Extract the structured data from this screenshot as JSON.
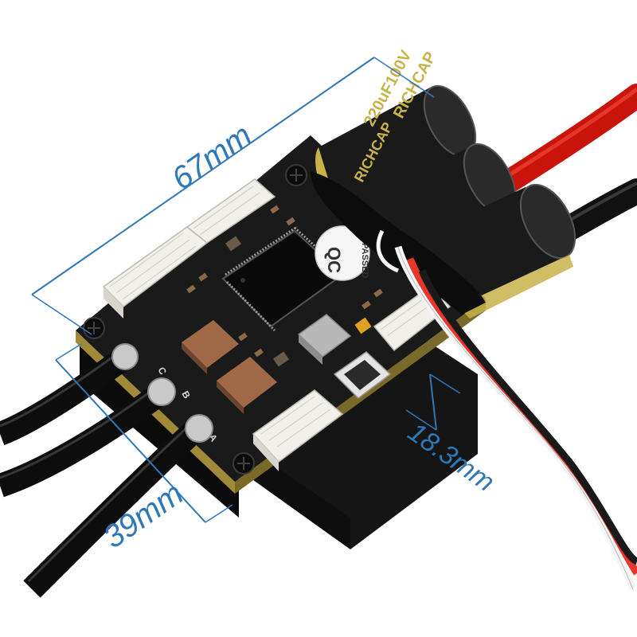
{
  "image": {
    "subject": "brushless ESC circuit board",
    "background_color": "#ffffff",
    "accent_color": "#2f78b8"
  },
  "dimensions": {
    "length_label": "67mm",
    "width_label": "39mm",
    "height_label": "18.3mm"
  },
  "capacitor": {
    "brand": "RICHCAP",
    "rating": "220uF100V"
  },
  "qc_label": {
    "line1": "QC",
    "line2": "PASSED"
  },
  "silkscreen": {
    "phase_c": "C",
    "phase_b": "B",
    "phase_a": "A"
  }
}
